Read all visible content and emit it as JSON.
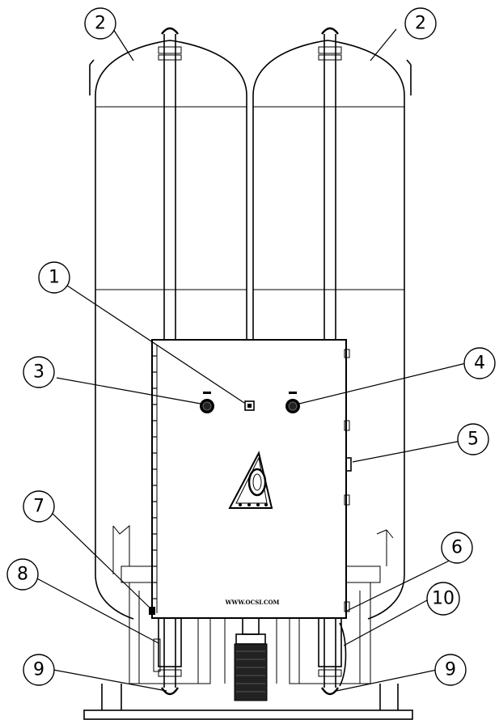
{
  "diagram": {
    "website": "WWW.OCSI.COM",
    "callouts": [
      "1",
      "2",
      "3",
      "4",
      "5",
      "6",
      "7",
      "8",
      "9",
      "10"
    ]
  }
}
